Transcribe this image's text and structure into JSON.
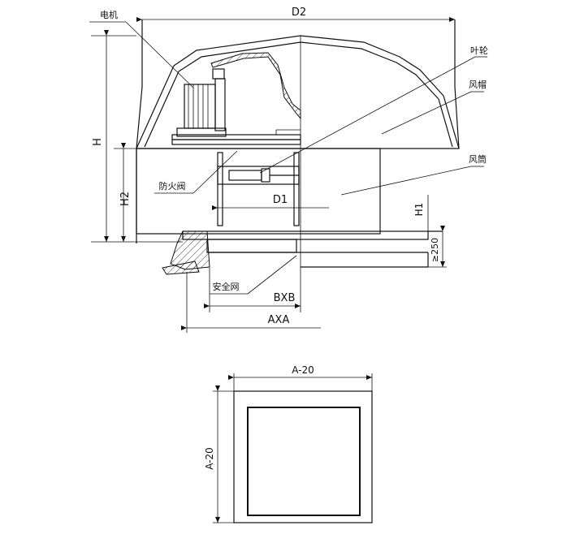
{
  "labels": {
    "motor": "电机",
    "impeller": "叶轮",
    "hood": "风帽",
    "cylinder": "风筒",
    "fire_valve": "防火阀",
    "safety_net": "安全网"
  },
  "dimensions": {
    "d2": "D2",
    "d1": "D1",
    "h": "H",
    "h2": "H2",
    "h1": "H1",
    "h250": "≥250",
    "bxb": "BXB",
    "axa": "AXA",
    "a20_top": "A-20",
    "a20_left": "A-20"
  }
}
